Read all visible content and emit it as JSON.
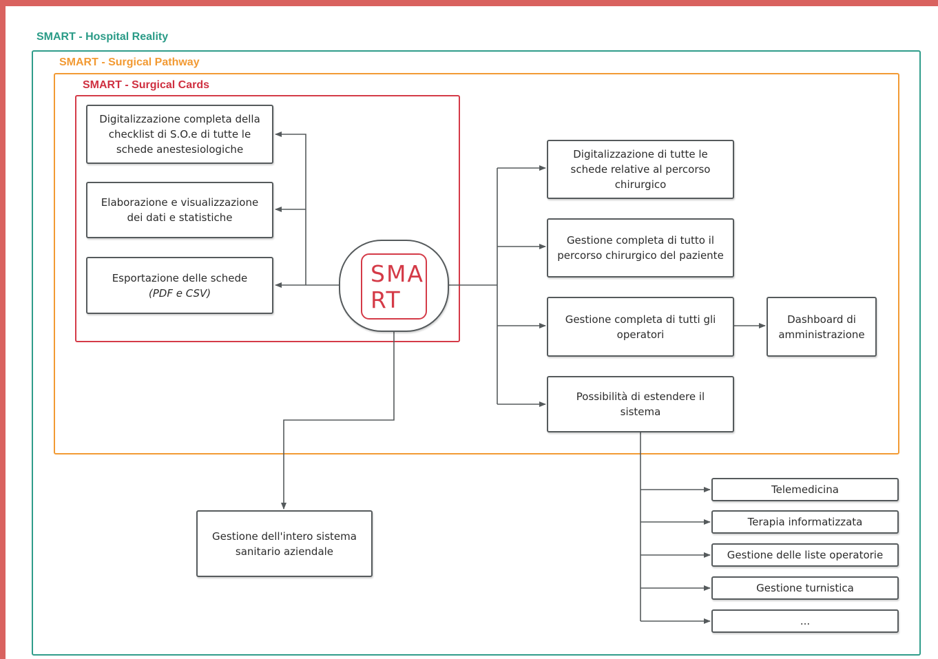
{
  "regions": {
    "hospital": {
      "title": "SMART - Hospital Reality",
      "color": "#2f9c8a"
    },
    "pathway": {
      "title": "SMART - Surgical Pathway",
      "color": "#f29a33"
    },
    "cards": {
      "title": "SMART - Surgical Cards",
      "color": "#d43a47"
    }
  },
  "center": {
    "logo_line1": "SMA",
    "logo_line2": "RT"
  },
  "cards_boxes": [
    {
      "lines": [
        "Digitalizzazione completa della",
        "checklist di S.O.e di tutte le",
        "schede anestesiologiche"
      ]
    },
    {
      "lines": [
        "Elaborazione e visualizzazione",
        "dei dati e statistiche"
      ]
    },
    {
      "lines": [
        "Esportazione delle schede"
      ],
      "italic_line": "(PDF e CSV)"
    }
  ],
  "pathway_boxes": [
    {
      "lines": [
        "Digitalizzazione di tutte le",
        "schede relative al percorso",
        "chirurgico"
      ]
    },
    {
      "lines": [
        "Gestione completa di tutto il",
        "percorso chirurgico del paziente"
      ]
    },
    {
      "lines": [
        "Gestione completa di tutti gli",
        "operatori"
      ]
    },
    {
      "lines": [
        "Possibilità di estendere il",
        "sistema"
      ]
    }
  ],
  "dashboard": {
    "lines": [
      "Dashboard di",
      "amministrazione"
    ]
  },
  "hospital_box": {
    "lines": [
      "Gestione dell'intero sistema",
      "sanitario aziendale"
    ]
  },
  "extensions": [
    {
      "label": "Telemedicina"
    },
    {
      "label": "Terapia informatizzata"
    },
    {
      "label": "Gestione delle liste operatorie"
    },
    {
      "label": "Gestione turnistica"
    },
    {
      "label": "..."
    }
  ]
}
